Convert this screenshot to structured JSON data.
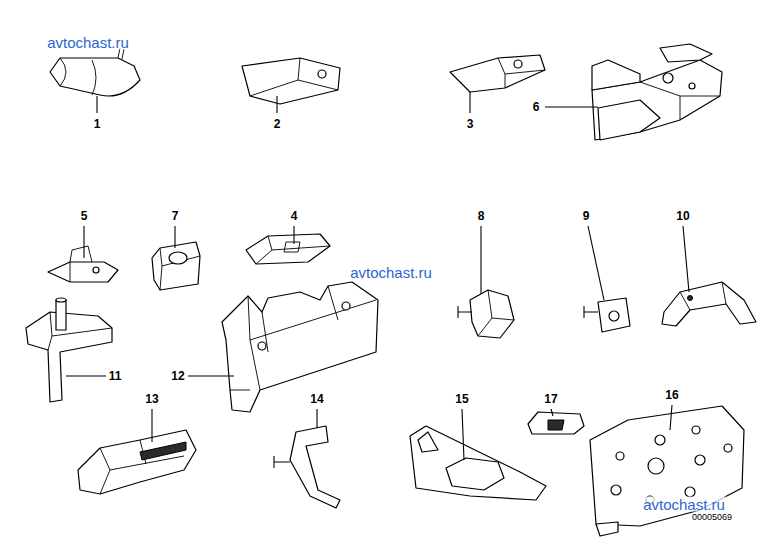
{
  "diagram": {
    "labels": [
      "avtochast.ru",
      "1",
      "2",
      "3",
      "6",
      "5",
      "7",
      "4",
      "8",
      "9",
      "10",
      "avtochast.ru",
      "11",
      "12",
      "13",
      "14",
      "15",
      "17",
      "16",
      "avtochast.ru",
      "00005069"
    ]
  }
}
